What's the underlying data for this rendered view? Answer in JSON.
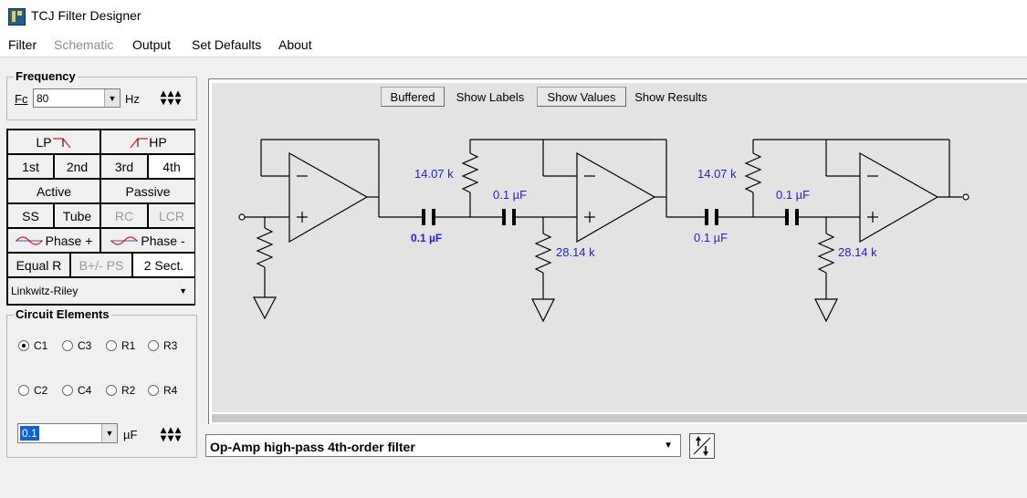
{
  "window": {
    "title": "TCJ Filter Designer"
  },
  "menu": [
    {
      "label": "Filter",
      "enabled": true
    },
    {
      "label": "Schematic",
      "enabled": false
    },
    {
      "label": "Output",
      "enabled": true
    },
    {
      "label": "Set Defaults",
      "enabled": true
    },
    {
      "label": "About",
      "enabled": true
    }
  ],
  "frequency": {
    "title": "Frequency",
    "fc_label": "Fc",
    "fc_value": "80",
    "unit": "Hz"
  },
  "filter_buttons": {
    "lp": "LP",
    "hp": "HP",
    "order_1": "1st",
    "order_2": "2nd",
    "order_3": "3rd",
    "order_4": "4th",
    "active": "Active",
    "passive": "Passive",
    "ss": "SS",
    "tube": "Tube",
    "rc": "RC",
    "lcr": "LCR",
    "phase_plus": "Phase +",
    "phase_minus": "Phase -",
    "equal_r": "Equal R",
    "bpm_ps": "B+/- PS",
    "two_sect": "2 Sect.",
    "alignment": "Linkwitz-Riley"
  },
  "circuit_elements": {
    "title": "Circuit Elements",
    "radios_row1": [
      "C1",
      "C3",
      "R1",
      "R3"
    ],
    "radios_row2": [
      "C2",
      "C4",
      "R2",
      "R4"
    ],
    "selected": "C1",
    "value": "0.1",
    "unit": "µF"
  },
  "toolbar": {
    "buffered": "Buffered",
    "show_labels": "Show Labels",
    "show_values": "Show Values",
    "show_results": "Show Results"
  },
  "schematic": {
    "stage1": {
      "r_top": "14.07 k",
      "c_series1": "0.1 µF",
      "c_series2": "0.1 µF",
      "r_bottom": "28.14 k"
    },
    "stage2": {
      "r_top": "14.07 k",
      "c_series1": "0.1 µF",
      "c_series2": "0.1 µF",
      "r_bottom": "28.14 k"
    },
    "value_color": "#2222cc"
  },
  "filter_type": {
    "selected": "Op-Amp high-pass 4th-order filter"
  }
}
